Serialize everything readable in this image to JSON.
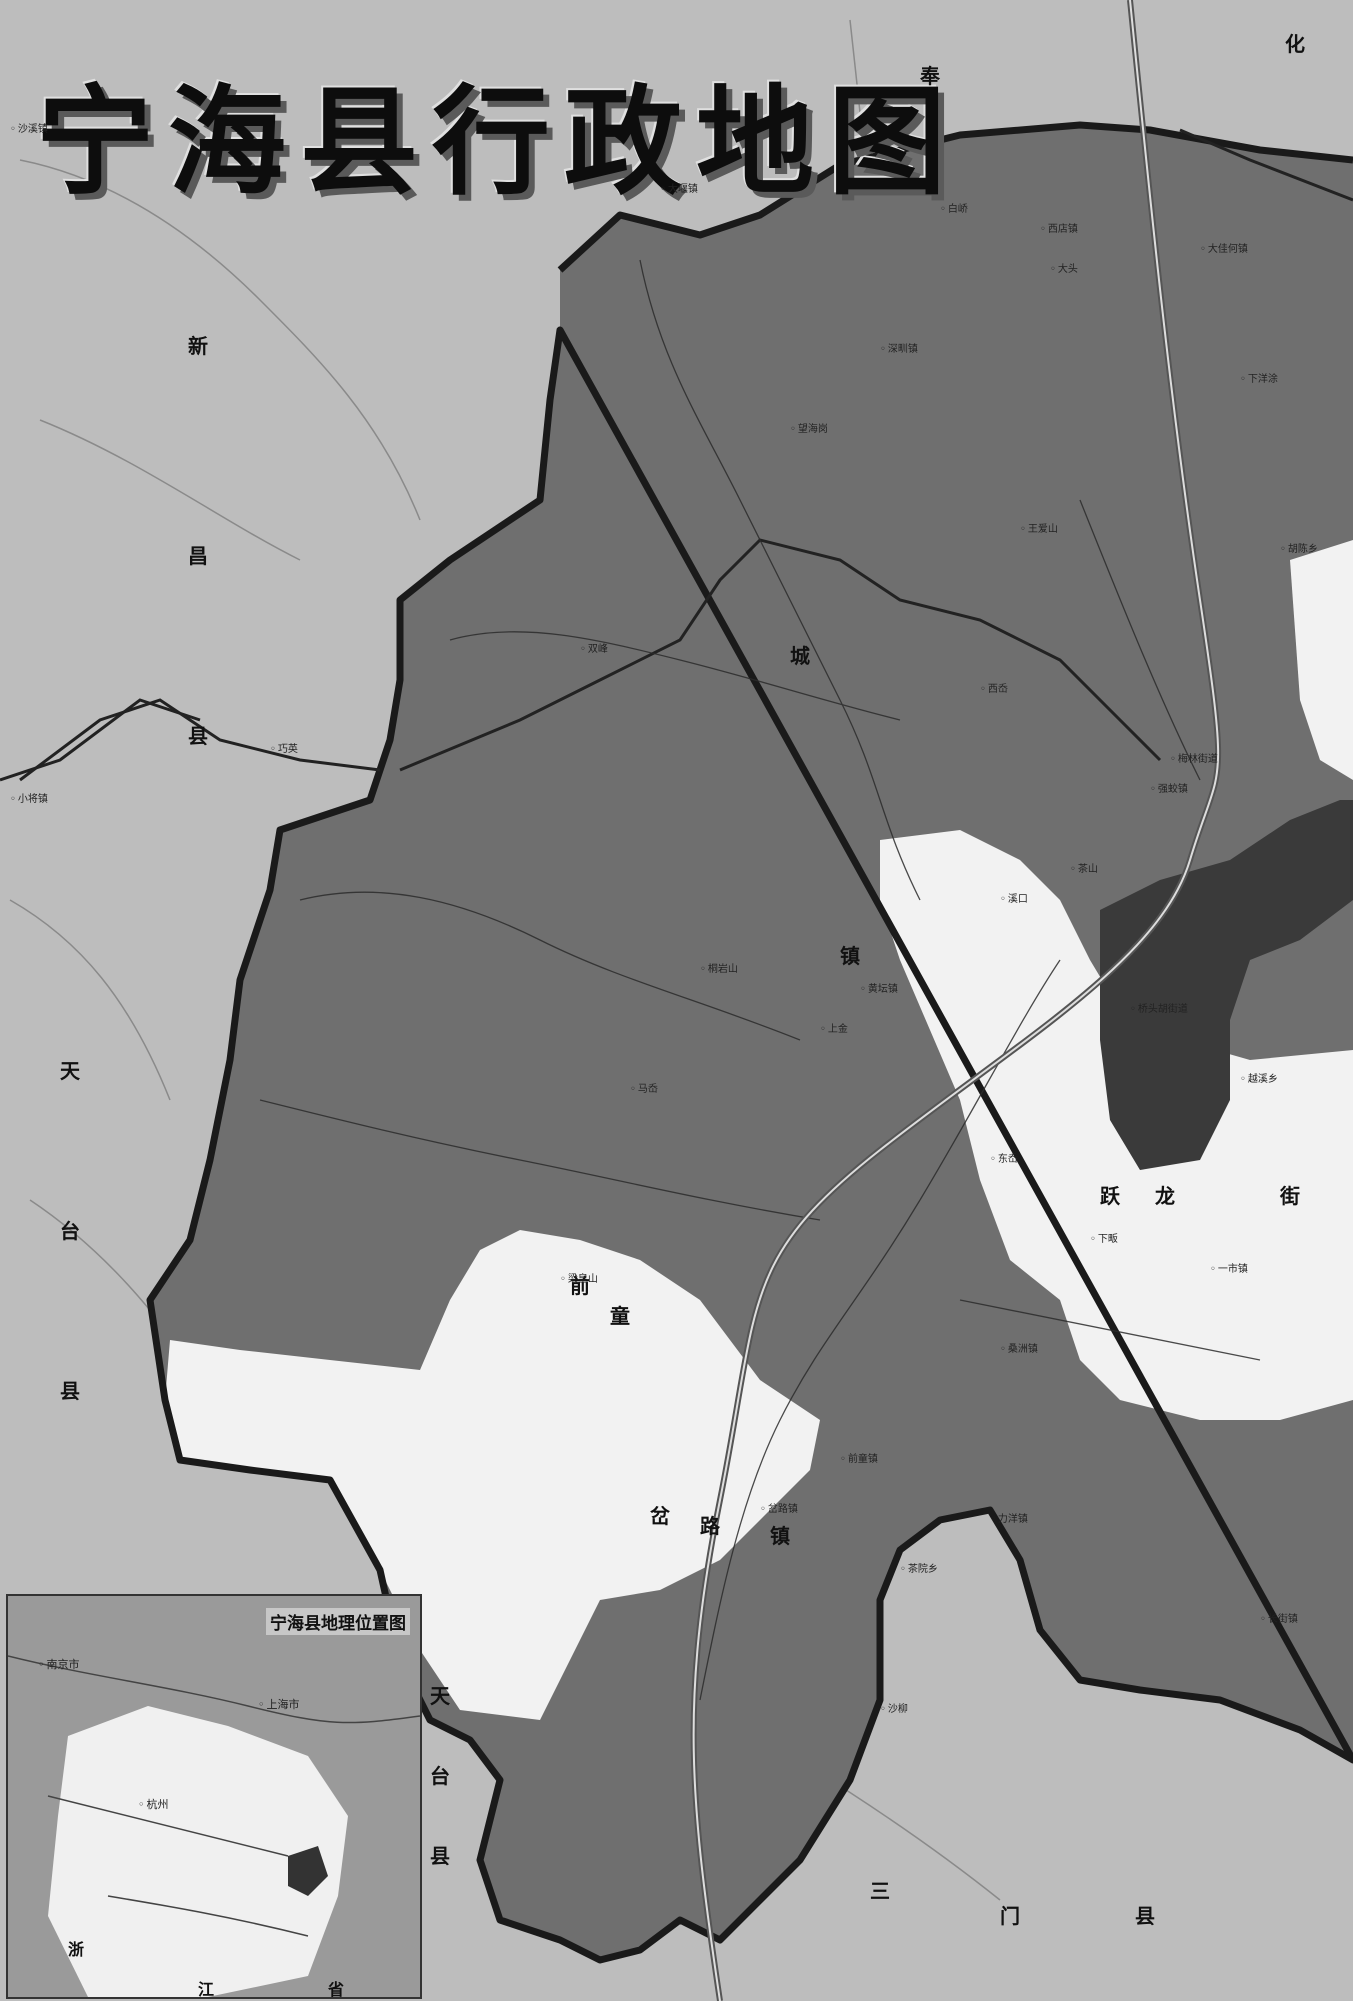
{
  "title": "宁海县行政地图",
  "inset": {
    "title": "宁海县地理位置图",
    "labels": [
      {
        "name": "上海市",
        "cls": "place"
      },
      {
        "name": "杭州",
        "cls": "place"
      },
      {
        "name": "南京市",
        "cls": "place"
      },
      {
        "name": "浙",
        "cls": "lbl"
      },
      {
        "name": "江",
        "cls": "lbl"
      },
      {
        "name": "省",
        "cls": "lbl"
      }
    ]
  },
  "region_labels": [
    {
      "text": "奉",
      "size": "mid"
    },
    {
      "text": "化",
      "size": "mid"
    },
    {
      "text": "新",
      "size": "mid"
    },
    {
      "text": "昌",
      "size": "mid"
    },
    {
      "text": "县",
      "size": "mid"
    },
    {
      "text": "天",
      "size": "mid"
    },
    {
      "text": "台",
      "size": "mid"
    },
    {
      "text": "县",
      "size": "mid"
    },
    {
      "text": "天",
      "size": "mid"
    },
    {
      "text": "台",
      "size": "mid"
    },
    {
      "text": "县",
      "size": "mid"
    },
    {
      "text": "三",
      "size": "mid"
    },
    {
      "text": "门",
      "size": "mid"
    },
    {
      "text": "县",
      "size": "mid"
    },
    {
      "text": "城",
      "size": "mid"
    },
    {
      "text": "镇",
      "size": "mid"
    },
    {
      "text": "前",
      "size": "mid"
    },
    {
      "text": "童",
      "size": "mid"
    },
    {
      "text": "跃",
      "size": "mid"
    },
    {
      "text": "龙",
      "size": "mid"
    },
    {
      "text": "街",
      "size": "mid"
    },
    {
      "text": "岔",
      "size": "mid"
    },
    {
      "text": "路",
      "size": "mid"
    },
    {
      "text": "镇",
      "size": "mid"
    }
  ],
  "places": [
    "大堰镇",
    "沙溪镇",
    "小将镇",
    "巧英",
    "梅林街道",
    "桥头胡街道",
    "黄坛镇",
    "岔路镇",
    "前童镇",
    "茶院乡",
    "力洋镇",
    "长街镇",
    "一市镇",
    "越溪乡",
    "胡陈乡",
    "深甽镇",
    "桑洲镇",
    "沙柳",
    "望海岗",
    "茶山",
    "梁皇山",
    "双峰",
    "白峤",
    "西店镇",
    "强蛟镇",
    "大佳何镇",
    "下洋涂",
    "王爱山",
    "桐岩山",
    "大头",
    "上金",
    "东岙",
    "下畈",
    "马岙",
    "西岙",
    "溪口"
  ],
  "colors": {
    "ninghai_fill": "#6f6f6f",
    "outside_fill": "#bdbdbd",
    "light_zone": "#f2f2f2",
    "urban": "#3a3a3a",
    "border": "#1a1a1a"
  }
}
